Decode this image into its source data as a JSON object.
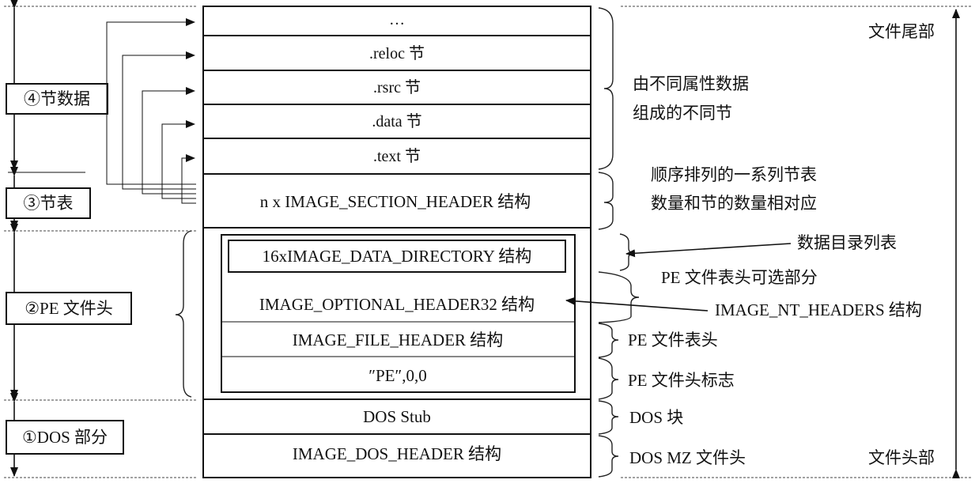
{
  "left_labels": {
    "section_data": "④节数据",
    "section_table": "③节表",
    "pe_header": "②PE 文件头",
    "dos_part": "①DOS 部分"
  },
  "blocks": {
    "ellipsis": "…",
    "reloc": ".reloc 节",
    "rsrc": ".rsrc 节",
    "data": ".data 节",
    "text": ".text 节",
    "section_header": "n x IMAGE_SECTION_HEADER 结构",
    "data_directory": "16xIMAGE_DATA_DIRECTORY 结构",
    "optional_header": "IMAGE_OPTIONAL_HEADER32 结构",
    "file_header": "IMAGE_FILE_HEADER 结构",
    "pe_signature": "″PE″,0,0",
    "dos_stub": "DOS Stub",
    "dos_header": "IMAGE_DOS_HEADER 结构"
  },
  "right_labels": {
    "file_tail": "文件尾部",
    "file_head": "文件头部",
    "sections_desc_1": "由不同属性数据",
    "sections_desc_2": "组成的不同节",
    "table_desc_1": "顺序排列的一系列节表",
    "table_desc_2": "数量和节的数量相对应",
    "data_dir_list": "数据目录列表",
    "pe_optional": "PE 文件表头可选部分",
    "nt_headers": "IMAGE_NT_HEADERS 结构",
    "pe_file_header": "PE 文件表头",
    "pe_signature_desc": "PE 文件头标志",
    "dos_block": "DOS 块",
    "dos_mz": "DOS MZ 文件头"
  }
}
